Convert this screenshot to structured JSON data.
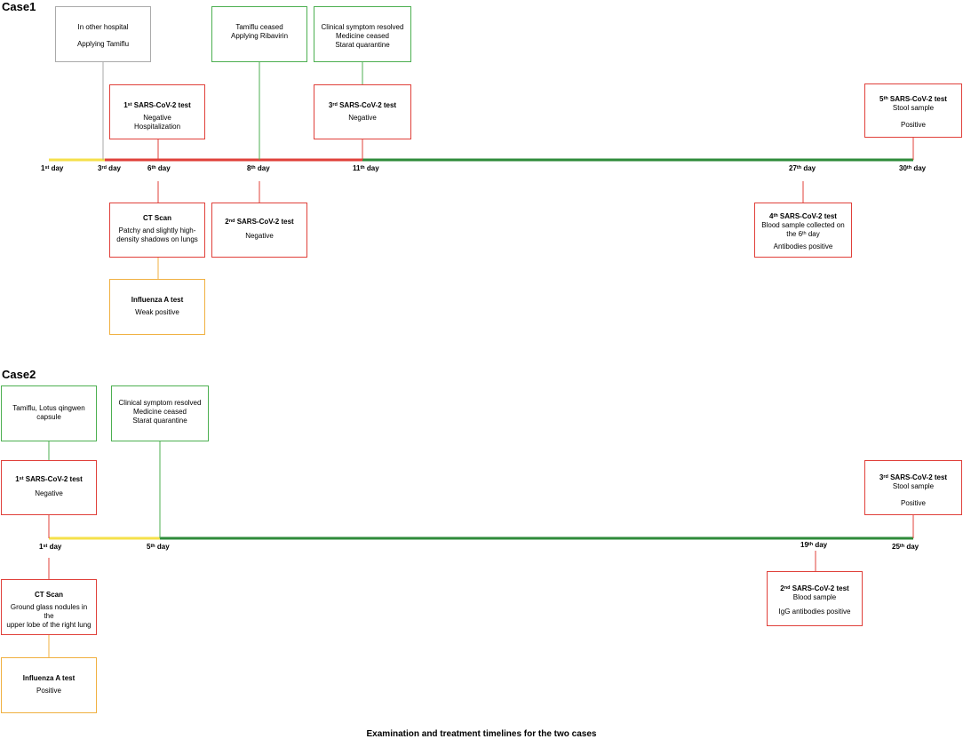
{
  "case1": {
    "title": "Case1",
    "days": [
      {
        "num": "1",
        "suf": "st",
        "label": " day"
      },
      {
        "num": "3",
        "suf": "rd",
        "label": " day"
      },
      {
        "num": "6",
        "suf": "th",
        "label": " day"
      },
      {
        "num": "8",
        "suf": "th",
        "label": " day"
      },
      {
        "num": "11",
        "suf": "th",
        "label": " day"
      },
      {
        "num": "27",
        "suf": "th",
        "label": " day"
      },
      {
        "num": "30",
        "suf": "th",
        "label": " day"
      }
    ],
    "boxes": {
      "hospital": {
        "lines": [
          "In other hospital",
          "Applying Tamiflu"
        ]
      },
      "ribavirin": {
        "lines": [
          "Tamiflu ceased",
          "Applying Ribavirin"
        ]
      },
      "resolved": {
        "lines": [
          "Clinical symptom resolved",
          "Medicine ceased",
          "Starat quarantine"
        ]
      },
      "test1": {
        "num": "1",
        "suf": "st",
        "title": " SARS-CoV-2 test",
        "lines": [
          "Negative",
          "Hospitalization"
        ]
      },
      "test3": {
        "num": "3",
        "suf": "rd",
        "title": " SARS-CoV-2 test",
        "lines": [
          "Negative"
        ]
      },
      "test5": {
        "num": "5",
        "suf": "th",
        "title": " SARS-CoV-2 test",
        "lines": [
          "Stool sample",
          "Positive"
        ]
      },
      "ct": {
        "title": "CT Scan",
        "lines": [
          "Patchy and slightly high-",
          "density shadows on lungs"
        ]
      },
      "test2": {
        "num": "2",
        "suf": "nd",
        "title": " SARS-CoV-2 test",
        "lines": [
          "Negative"
        ]
      },
      "test4": {
        "num": "4",
        "suf": "th",
        "title": " SARS-CoV-2 test",
        "lines": [
          "Blood sample collected on",
          "the 6"
        ],
        "line2suf": "th",
        "line2end": " day",
        "lines2": [
          "Antibodies positive"
        ]
      },
      "flu": {
        "title": "Influenza A test",
        "lines": [
          "Weak positive"
        ]
      }
    }
  },
  "case2": {
    "title": "Case2",
    "days": [
      {
        "num": "1",
        "suf": "st",
        "label": " day"
      },
      {
        "num": "5",
        "suf": "th",
        "label": " day"
      },
      {
        "num": "19",
        "suf": "th",
        "label": " day"
      },
      {
        "num": "25",
        "suf": "th",
        "label": " day"
      }
    ],
    "boxes": {
      "tamiflu": {
        "lines": [
          "Tamiflu, Lotus qingwen",
          "capsule"
        ]
      },
      "resolved": {
        "lines": [
          "Clinical symptom resolved",
          "Medicine ceased",
          "Starat quarantine"
        ]
      },
      "test1": {
        "num": "1",
        "suf": "st",
        "title": " SARS-CoV-2 test",
        "lines": [
          "Negative"
        ]
      },
      "test3": {
        "num": "3",
        "suf": "rd",
        "title": " SARS-CoV-2 test",
        "lines": [
          "Stool sample",
          "Positive"
        ]
      },
      "ct": {
        "title": "CT Scan",
        "lines": [
          "Ground glass nodules in the",
          "upper lobe of the right lung"
        ]
      },
      "test2": {
        "num": "2",
        "suf": "nd",
        "title": " SARS-CoV-2 test",
        "lines": [
          "Blood sample",
          "IgG antibodies positive"
        ]
      },
      "flu": {
        "title": "Influenza A test",
        "lines": [
          "Positive"
        ]
      }
    }
  },
  "colors": {
    "red": "#e0403a",
    "green": "#2e8b3a",
    "yellow": "#f5e04a",
    "gray": "#aaaaaa",
    "orange": "#f0b040",
    "lightgreen": "#4caf50"
  },
  "caption": "Examination and treatment timelines for the two cases"
}
